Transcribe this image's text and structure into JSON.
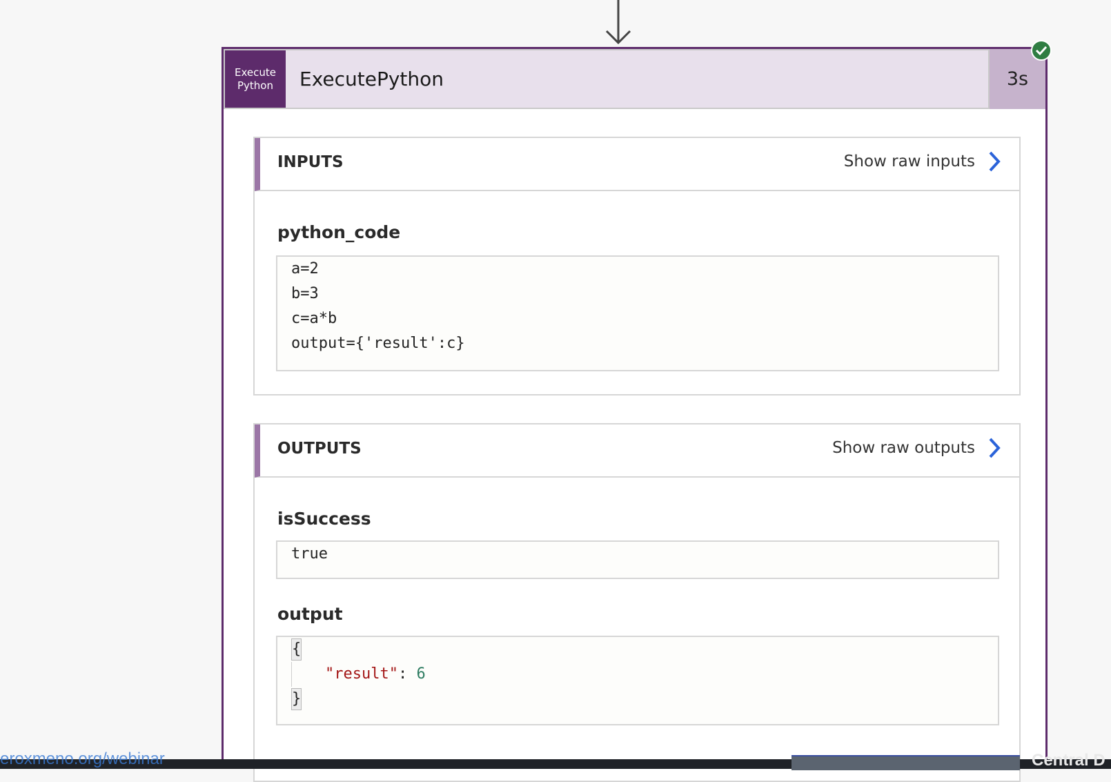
{
  "action": {
    "icon_label_line1": "Execute",
    "icon_label_line2": "Python",
    "title": "ExecutePython",
    "duration": "3s",
    "status": "succeeded"
  },
  "inputs": {
    "heading": "INPUTS",
    "show_raw_label": "Show raw inputs",
    "fields": {
      "python_code": {
        "label": "python_code",
        "lines": [
          "a=2",
          "b=3",
          "c=a*b",
          "output={'result':c}"
        ]
      }
    }
  },
  "outputs": {
    "heading": "OUTPUTS",
    "show_raw_label": "Show raw outputs",
    "fields": {
      "isSuccess": {
        "label": "isSuccess",
        "value": "true"
      },
      "output": {
        "label": "output",
        "open_brace": "{",
        "key": "\"result\"",
        "colon": ": ",
        "value": "6",
        "close_brace": "}"
      }
    }
  },
  "footer": {
    "link_text": "eroxmeno.org/webinar",
    "right_text": "Central D"
  },
  "colors": {
    "accent": "#5d2b6b",
    "success": "#2f7d42",
    "link_chevron": "#2b63d9"
  }
}
